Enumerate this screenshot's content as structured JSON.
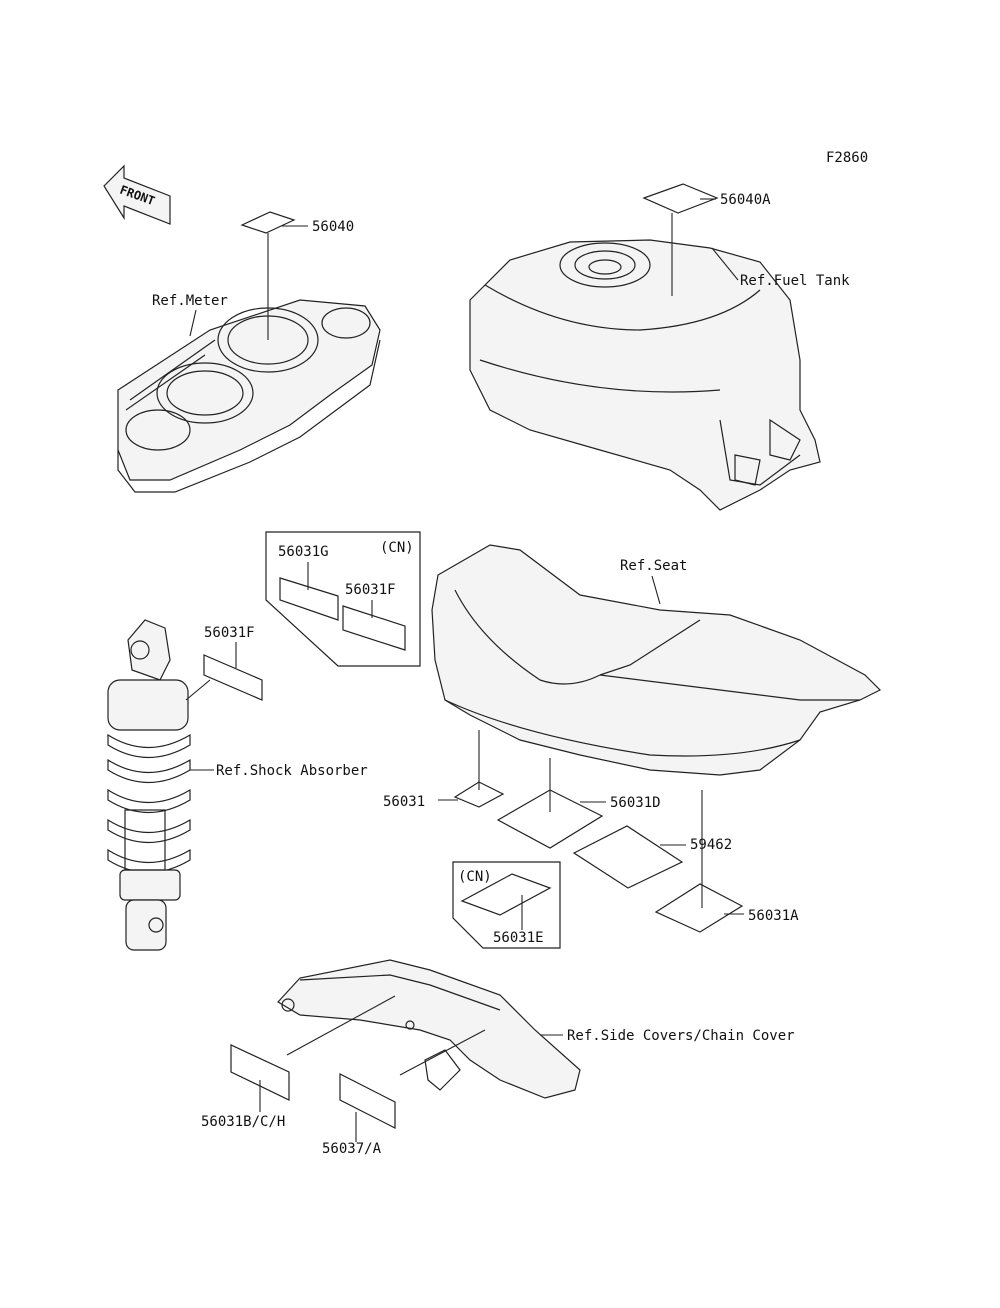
{
  "figure_code": "F2860",
  "front_arrow_text": "FRONT",
  "references": {
    "meter": "Ref.Meter",
    "fuel_tank": "Ref.Fuel Tank",
    "seat": "Ref.Seat",
    "shock_absorber": "Ref.Shock Absorber",
    "side_covers": "Ref.Side Covers/Chain Cover"
  },
  "parts": {
    "p56040": "56040",
    "p56040A": "56040A",
    "p56031G": "56031G",
    "p56031F_box": "56031F",
    "p56031F": "56031F",
    "p56031": "56031",
    "p56031D": "56031D",
    "p59462": "59462",
    "p56031A": "56031A",
    "p56031E": "56031E",
    "p56031BCH": "56031B/C/H",
    "p56037A": "56037/A"
  },
  "region_tag": "(CN)"
}
